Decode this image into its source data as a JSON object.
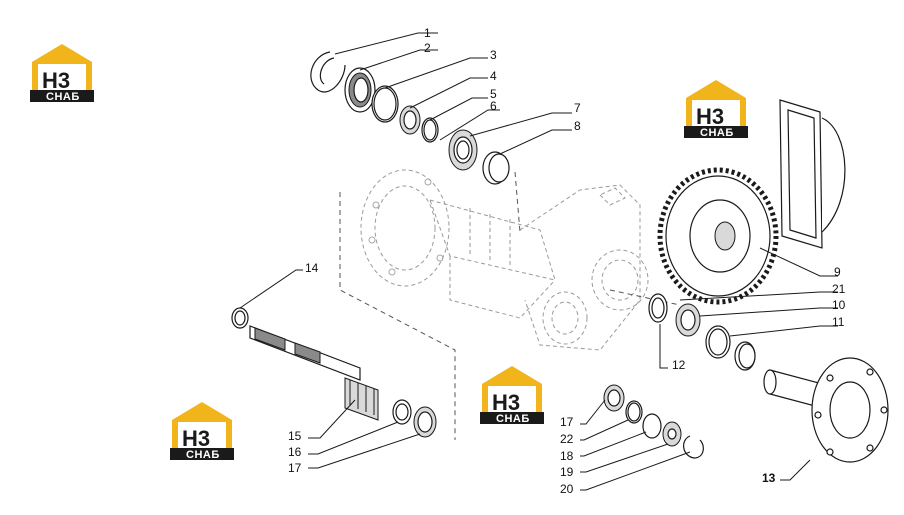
{
  "logo": {
    "mark": "H3",
    "caption": "СНАБ",
    "brand_yellow": "#f2b41b",
    "brand_dark": "#1a1a1a"
  },
  "callouts": [
    {
      "id": "1",
      "text": "1"
    },
    {
      "id": "2",
      "text": "2"
    },
    {
      "id": "3",
      "text": "3"
    },
    {
      "id": "4",
      "text": "4"
    },
    {
      "id": "5",
      "text": "5"
    },
    {
      "id": "6",
      "text": "6"
    },
    {
      "id": "7",
      "text": "7"
    },
    {
      "id": "8",
      "text": "8"
    },
    {
      "id": "9",
      "text": "9"
    },
    {
      "id": "21",
      "text": "21"
    },
    {
      "id": "10",
      "text": "10"
    },
    {
      "id": "11",
      "text": "11"
    },
    {
      "id": "12",
      "text": "12"
    },
    {
      "id": "13",
      "text": "13"
    },
    {
      "id": "14",
      "text": "14"
    },
    {
      "id": "15",
      "text": "15"
    },
    {
      "id": "16",
      "text": "16"
    },
    {
      "id": "17a",
      "text": "17"
    },
    {
      "id": "17b",
      "text": "17"
    },
    {
      "id": "22",
      "text": "22"
    },
    {
      "id": "18",
      "text": "18"
    },
    {
      "id": "19",
      "text": "19"
    },
    {
      "id": "20",
      "text": "20"
    }
  ]
}
